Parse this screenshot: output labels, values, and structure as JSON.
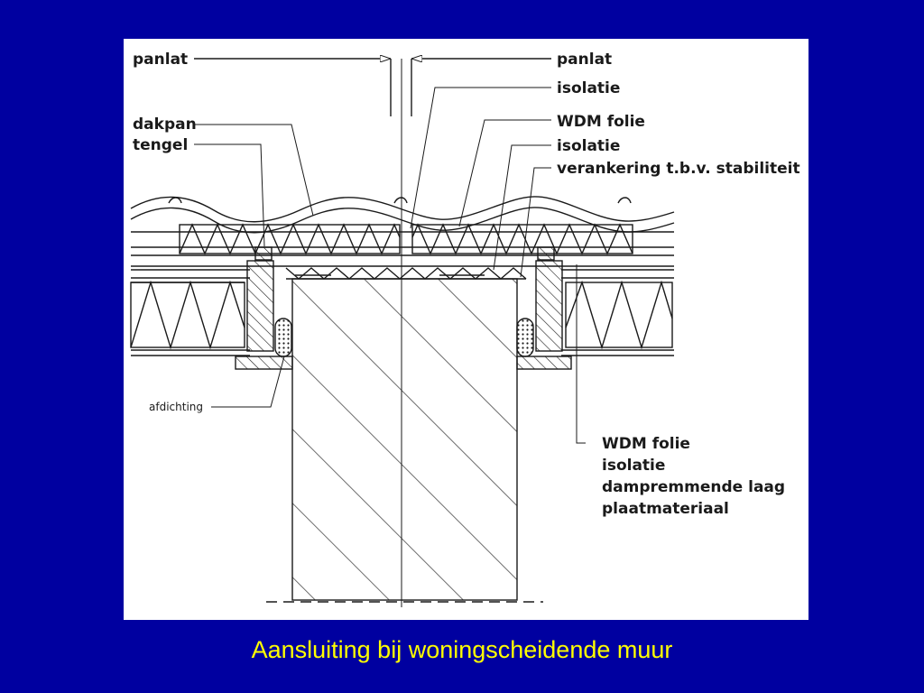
{
  "diagram": {
    "labels": {
      "panlat_left": "panlat",
      "panlat_right": "panlat",
      "isolatie_top": "isolatie",
      "wdm_folie_top": "WDM folie",
      "isolatie_mid": "isolatie",
      "verankering": "verankering t.b.v. stabiliteit",
      "dakpan": "dakpan",
      "tengel": "tengel",
      "afdichting": "afdichting",
      "wdm_folie_bottom": "WDM folie",
      "isolatie_bottom": "isolatie",
      "dampremmende_laag": "dampremmende laag",
      "plaatmateriaal": "plaatmateriaal"
    }
  },
  "caption": "Aansluiting bij woningscheidende muur",
  "colors": {
    "background": "#0000a0",
    "panel": "#ffffff",
    "caption": "#ffff00",
    "ink": "#1a1a1a"
  }
}
